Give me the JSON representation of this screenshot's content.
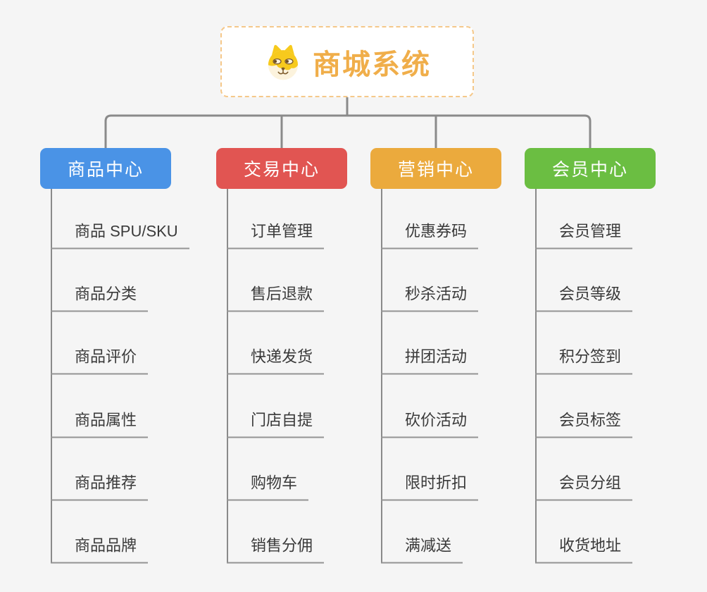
{
  "root": {
    "label": "商城系统",
    "icon": "doge-icon",
    "title_color": "#f0ae4a",
    "border_color": "#f5c88a"
  },
  "branches": [
    {
      "label": "商品中心",
      "color": "#4a93e6",
      "children": [
        "商品 SPU/SKU",
        "商品分类",
        "商品评价",
        "商品属性",
        "商品推荐",
        "商品品牌"
      ]
    },
    {
      "label": "交易中心",
      "color": "#e15552",
      "children": [
        "订单管理",
        "售后退款",
        "快递发货",
        "门店自提",
        "购物车",
        "销售分佣"
      ]
    },
    {
      "label": "营销中心",
      "color": "#ebaa3d",
      "children": [
        "优惠券码",
        "秒杀活动",
        "拼团活动",
        "砍价活动",
        "限时折扣",
        "满减送"
      ]
    },
    {
      "label": "会员中心",
      "color": "#6bbe42",
      "children": [
        "会员管理",
        "会员等级",
        "积分签到",
        "会员标签",
        "会员分组",
        "收货地址"
      ]
    }
  ],
  "connector_color": "#8a8a8a",
  "child_line_color": "#949494"
}
